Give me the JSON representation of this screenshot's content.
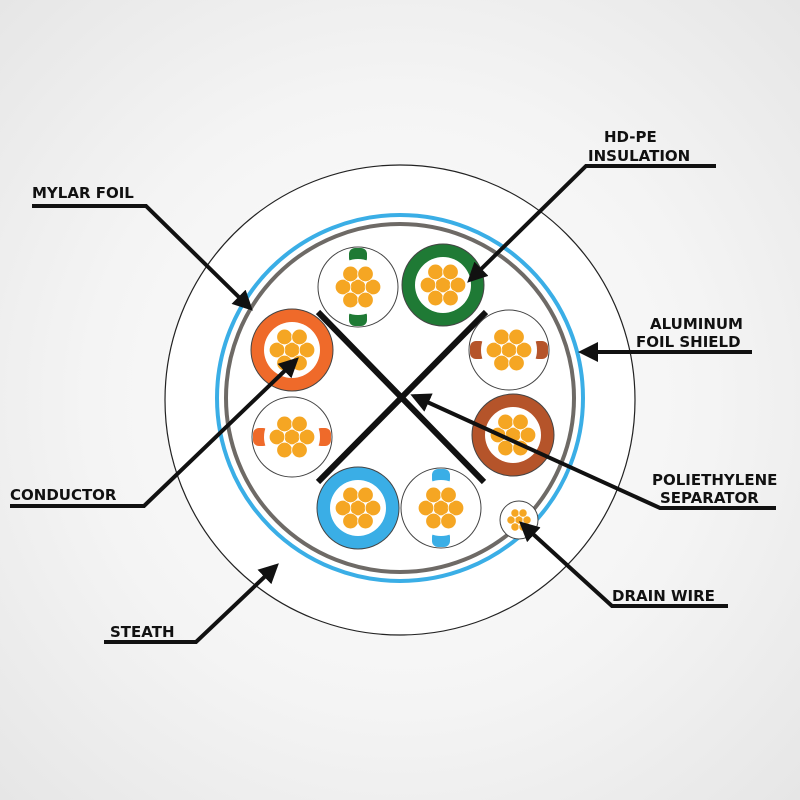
{
  "labels": {
    "mylar_foil": "MYLAR FOIL",
    "hdpe_line1": "HD-PE",
    "hdpe_line2": "INSULATION",
    "aluminum_line1": "ALUMINUM",
    "aluminum_line2": "FOIL SHIELD",
    "conductor": "CONDUCTOR",
    "separator_line1": "POLIETHYLENE",
    "separator_line2": "SEPARATOR",
    "drain_wire": "DRAIN WIRE",
    "steath": "STEATH"
  },
  "colors": {
    "orange_pair": "#ef6a2a",
    "green_pair": "#1f7a35",
    "brown_pair": "#b5542a",
    "blue_pair": "#3aaee6",
    "conductor_strands": "#f5a623",
    "aluminum_shield": "#3aaee6",
    "mylar_foil": "#6e6a66"
  }
}
